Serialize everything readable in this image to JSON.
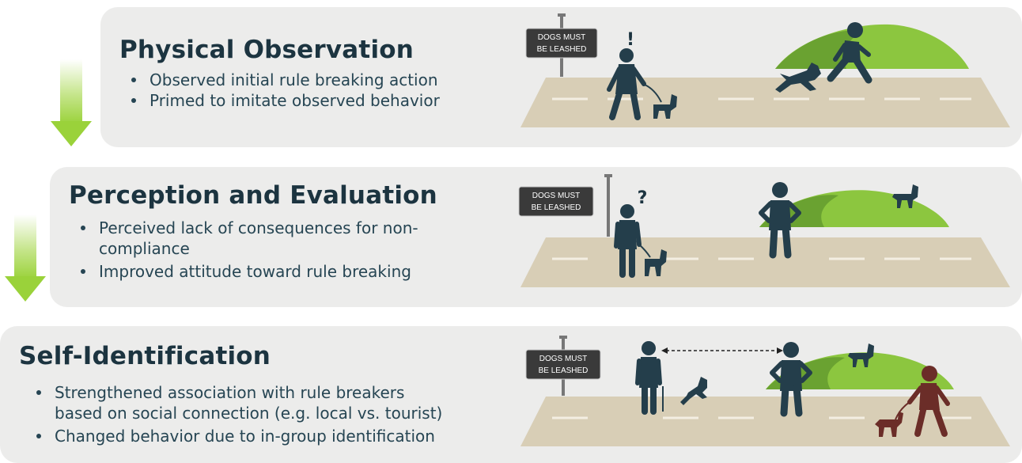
{
  "stages": [
    {
      "title": "Physical Observation",
      "points": [
        "Observed initial rule breaking action",
        "Primed to imitate observed behavior"
      ],
      "sign": [
        "DOGS MUST",
        "BE LEASHED"
      ],
      "mark": "!"
    },
    {
      "title": "Perception and Evaluation",
      "points": [
        "Perceived lack of consequences for non-",
        "compliance",
        "Improved attitude toward rule breaking"
      ],
      "sign": [
        "DOGS MUST",
        "BE LEASHED"
      ],
      "mark": "?"
    },
    {
      "title": "Self-Identification",
      "points": [
        "Strengthened association with rule breakers",
        "based on social connection (e.g. local vs. tourist)",
        "Changed behavior due to in-group identification"
      ],
      "sign": [
        "DOGS MUST",
        "BE LEASHED"
      ]
    }
  ],
  "colors": {
    "panel": "#ececeb",
    "text": "#243e4b",
    "figure": "#243e4b",
    "highlight_figure": "#6b2d28",
    "road": "#d8ceb6",
    "hill_light": "#8cc63f",
    "hill_dark": "#6aa231",
    "arrow": "#a5d94c",
    "sign_bg": "#3a3a3a"
  }
}
